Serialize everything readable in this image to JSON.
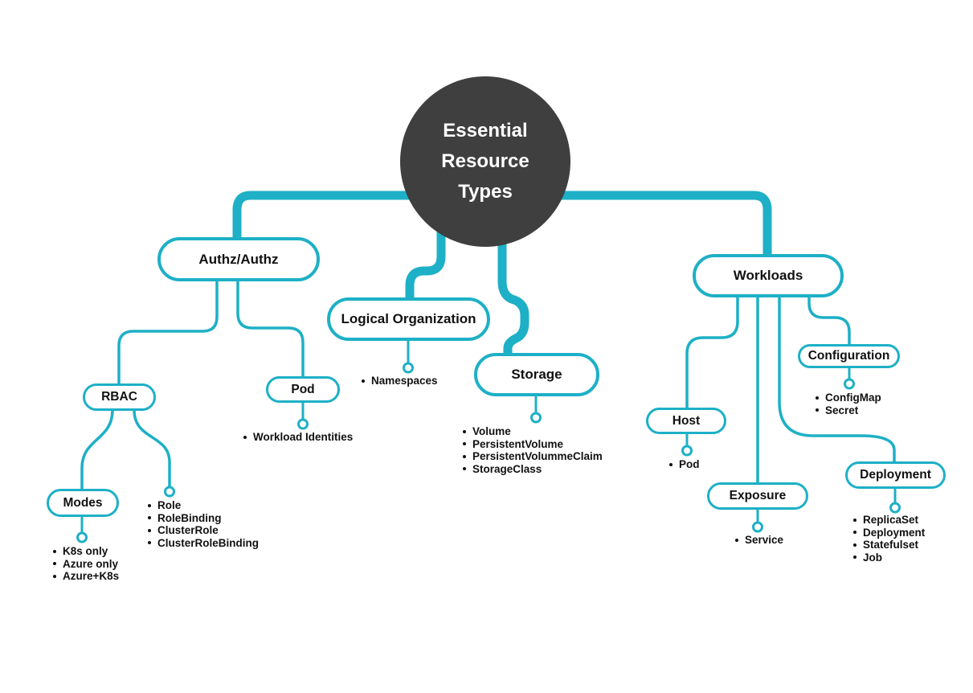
{
  "title": {
    "lines": [
      "Essential",
      "Resource",
      "Types"
    ]
  },
  "colors": {
    "accent": "#1db0c6",
    "center_bg": "#3f3f3f",
    "text": "#111111"
  },
  "nodes": {
    "authz": {
      "label": "Authz/Authz"
    },
    "workloads": {
      "label": "Workloads"
    },
    "logical_organization": {
      "label": "Logical Organization"
    },
    "storage": {
      "label": "Storage"
    },
    "rbac": {
      "label": "RBAC"
    },
    "pod": {
      "label": "Pod"
    },
    "modes": {
      "label": "Modes"
    },
    "host": {
      "label": "Host"
    },
    "exposure": {
      "label": "Exposure"
    },
    "configuration": {
      "label": "Configuration"
    },
    "deployment": {
      "label": "Deployment"
    }
  },
  "lists": {
    "workload_identities": {
      "items": [
        "Workload Identities"
      ]
    },
    "namespaces": {
      "items": [
        "Namespaces"
      ]
    },
    "storage": {
      "items": [
        "Volume",
        "PersistentVolume",
        "PersistentVolummeClaim",
        "StorageClass"
      ]
    },
    "rbac_roles": {
      "items": [
        "Role",
        "RoleBinding",
        "ClusterRole",
        "ClusterRoleBinding"
      ]
    },
    "modes": {
      "items": [
        "K8s only",
        "Azure only",
        "Azure+K8s"
      ]
    },
    "host": {
      "items": [
        "Pod"
      ]
    },
    "exposure": {
      "items": [
        "Service"
      ]
    },
    "configuration": {
      "items": [
        "ConfigMap",
        "Secret"
      ]
    },
    "deployment": {
      "items": [
        "ReplicaSet",
        "Deployment",
        "Statefulset",
        "Job"
      ]
    }
  }
}
